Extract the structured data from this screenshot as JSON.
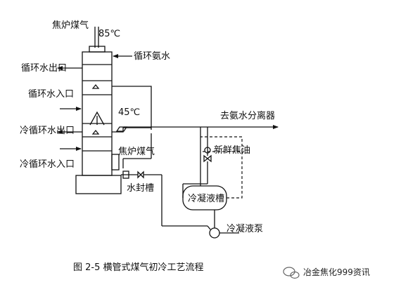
{
  "labels": {
    "coke_gas_top": "焦炉煤气",
    "temp_top": "85℃",
    "circ_water_out": "循环水出口",
    "circ_ammonia": "循环氨水",
    "circ_water_in": "循环水入口",
    "temp_mid": "45℃",
    "to_ammonia_separator": "去氨水分离器",
    "cold_circ_water_out": "冷循环水出口",
    "fresh_tar": "新鲜焦油",
    "coke_gas_out": "焦炉煤气",
    "cold_circ_water_in": "冷循环水入口",
    "water_seal_tank": "水封槽",
    "condensate_tank": "冷凝液槽",
    "condensate_pump": "冷凝液泵"
  },
  "caption": "图 2-5 横管式煤气初冷工艺流程",
  "watermark": "冶金焦化999资讯"
}
